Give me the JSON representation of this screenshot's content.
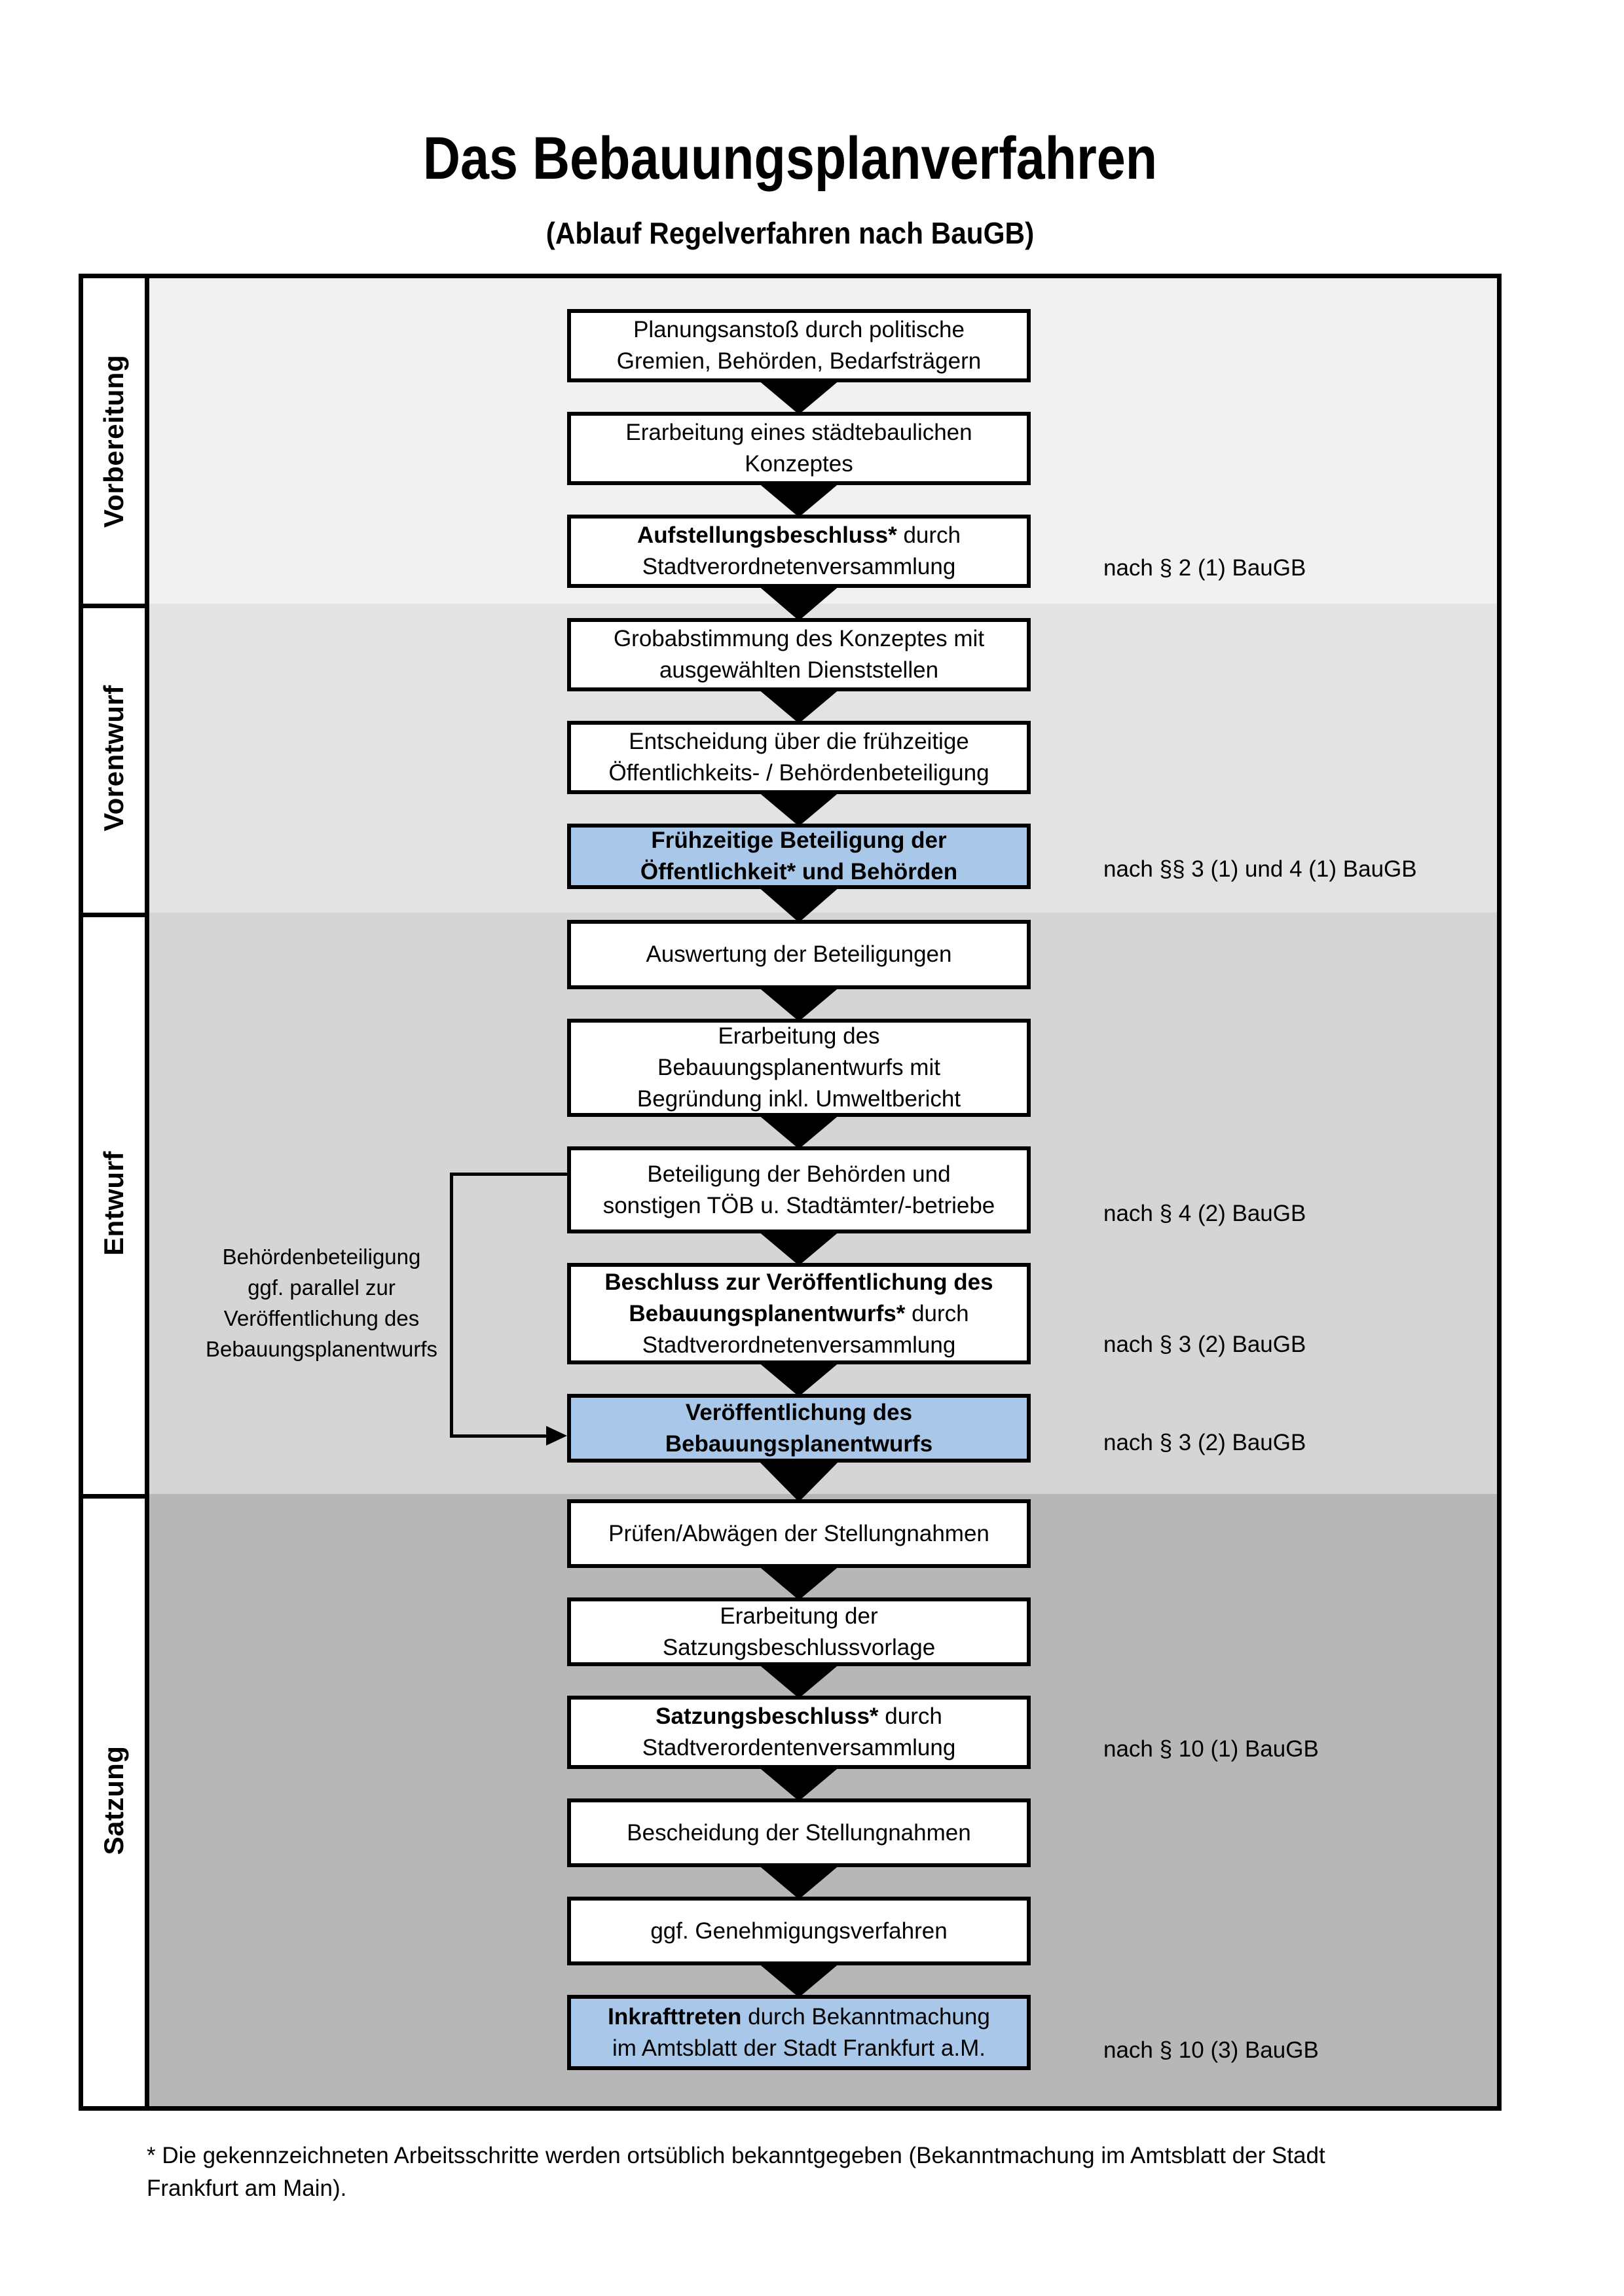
{
  "title": "Das Bebauungsplanverfahren",
  "subtitle": "(Ablauf Regelverfahren nach BauGB)",
  "phases": [
    {
      "label": "Vorbereitung",
      "color": "#f1f1f1"
    },
    {
      "label": "Vorentwurf",
      "color": "#e3e3e3"
    },
    {
      "label": "Entwurf",
      "color": "#d5d5d5"
    },
    {
      "label": "Satzung",
      "color": "#b7b7b7"
    }
  ],
  "flow": {
    "boxes": [
      {
        "phase": 0,
        "style": "white",
        "lines": [
          [
            {
              "t": "Planungsanstoß durch politische"
            }
          ],
          [
            {
              "t": "Gremien, Behörden, Bedarfsträgern"
            }
          ]
        ]
      },
      {
        "phase": 0,
        "style": "white",
        "lines": [
          [
            {
              "t": "Erarbeitung eines städtebaulichen"
            }
          ],
          [
            {
              "t": "Konzeptes"
            }
          ]
        ]
      },
      {
        "phase": 0,
        "style": "white",
        "lines": [
          [
            {
              "t": "Aufstellungsbeschluss*",
              "b": true
            },
            {
              "t": " durch"
            }
          ],
          [
            {
              "t": "Stadtverordnetenversammlung"
            }
          ]
        ]
      },
      {
        "phase": 1,
        "style": "white",
        "lines": [
          [
            {
              "t": "Grobabstimmung des Konzeptes mit"
            }
          ],
          [
            {
              "t": "ausgewählten Dienststellen"
            }
          ]
        ]
      },
      {
        "phase": 1,
        "style": "white",
        "lines": [
          [
            {
              "t": "Entscheidung über die frühzeitige"
            }
          ],
          [
            {
              "t": "Öffentlichkeits- / Behördenbeteiligung"
            }
          ]
        ]
      },
      {
        "phase": 1,
        "style": "blue",
        "lines": [
          [
            {
              "t": "Frühzeitige Beteiligung der",
              "b": true
            }
          ],
          [
            {
              "t": "Öffentlichkeit* und Behörden",
              "b": true
            }
          ]
        ]
      },
      {
        "phase": 2,
        "style": "white",
        "lines": [
          [
            {
              "t": "Auswertung der Beteiligungen"
            }
          ]
        ]
      },
      {
        "phase": 2,
        "style": "white",
        "lines": [
          [
            {
              "t": "Erarbeitung des"
            }
          ],
          [
            {
              "t": "Bebauungsplanentwurfs mit"
            }
          ],
          [
            {
              "t": "Begründung inkl. Umweltbericht"
            }
          ]
        ]
      },
      {
        "phase": 2,
        "style": "white",
        "lines": [
          [
            {
              "t": "Beteiligung der Behörden und"
            }
          ],
          [
            {
              "t": "sonstigen TÖB u. Stadtämter/-betriebe"
            }
          ]
        ]
      },
      {
        "phase": 2,
        "style": "white",
        "lines": [
          [
            {
              "t": "Beschluss zur Veröffentlichung des",
              "b": true
            }
          ],
          [
            {
              "t": "Bebauungsplanentwurfs*",
              "b": true
            },
            {
              "t": " durch"
            }
          ],
          [
            {
              "t": "Stadtverordnetenversammlung"
            }
          ]
        ]
      },
      {
        "phase": 2,
        "style": "blue",
        "lines": [
          [
            {
              "t": "Veröffentlichung des",
              "b": true
            }
          ],
          [
            {
              "t": "Bebauungsplanentwurfs",
              "b": true
            }
          ]
        ]
      },
      {
        "phase": 3,
        "style": "white",
        "lines": [
          [
            {
              "t": "Prüfen/Abwägen der Stellungnahmen"
            }
          ]
        ]
      },
      {
        "phase": 3,
        "style": "white",
        "lines": [
          [
            {
              "t": "Erarbeitung der"
            }
          ],
          [
            {
              "t": "Satzungsbeschlussvorlage"
            }
          ]
        ]
      },
      {
        "phase": 3,
        "style": "white",
        "lines": [
          [
            {
              "t": "Satzungsbeschluss*",
              "b": true
            },
            {
              "t": " durch"
            }
          ],
          [
            {
              "t": "Stadtverordentenversammlung"
            }
          ]
        ]
      },
      {
        "phase": 3,
        "style": "white",
        "lines": [
          [
            {
              "t": "Bescheidung der Stellungnahmen"
            }
          ]
        ]
      },
      {
        "phase": 3,
        "style": "white",
        "lines": [
          [
            {
              "t": "ggf. Genehmigungsverfahren"
            }
          ]
        ]
      },
      {
        "phase": 3,
        "style": "blue",
        "lines": [
          [
            {
              "t": "Inkrafttreten",
              "b": true
            },
            {
              "t": " durch Bekanntmachung"
            }
          ],
          [
            {
              "t": "im Amtsblatt der Stadt Frankfurt a.M."
            }
          ]
        ]
      }
    ]
  },
  "references": [
    {
      "text": "nach § 2 (1) BauGB"
    },
    {
      "text": "nach §§ 3 (1) und 4 (1) BauGB"
    },
    {
      "text": "nach § 4 (2) BauGB"
    },
    {
      "text": "nach § 3 (2) BauGB"
    },
    {
      "text": "nach § 3 (2) BauGB"
    },
    {
      "text": "nach § 10 (1) BauGB"
    },
    {
      "text": "nach § 10 (3) BauGB"
    }
  ],
  "side_note": {
    "lines": [
      "Behördenbeteiligung",
      "ggf. parallel zur",
      "Veröffentlichung des",
      "Bebauungsplanentwurfs"
    ]
  },
  "footnote": {
    "line1": "* Die gekennzeichneten Arbeitsschritte werden ortsüblich bekanntgegeben (Bekanntmachung im Amtsblatt  der Stadt",
    "line2": "Frankfurt am Main)."
  },
  "colors": {
    "box_blue": "#a9c7e8",
    "box_white": "#ffffff",
    "line_black": "#000000"
  }
}
